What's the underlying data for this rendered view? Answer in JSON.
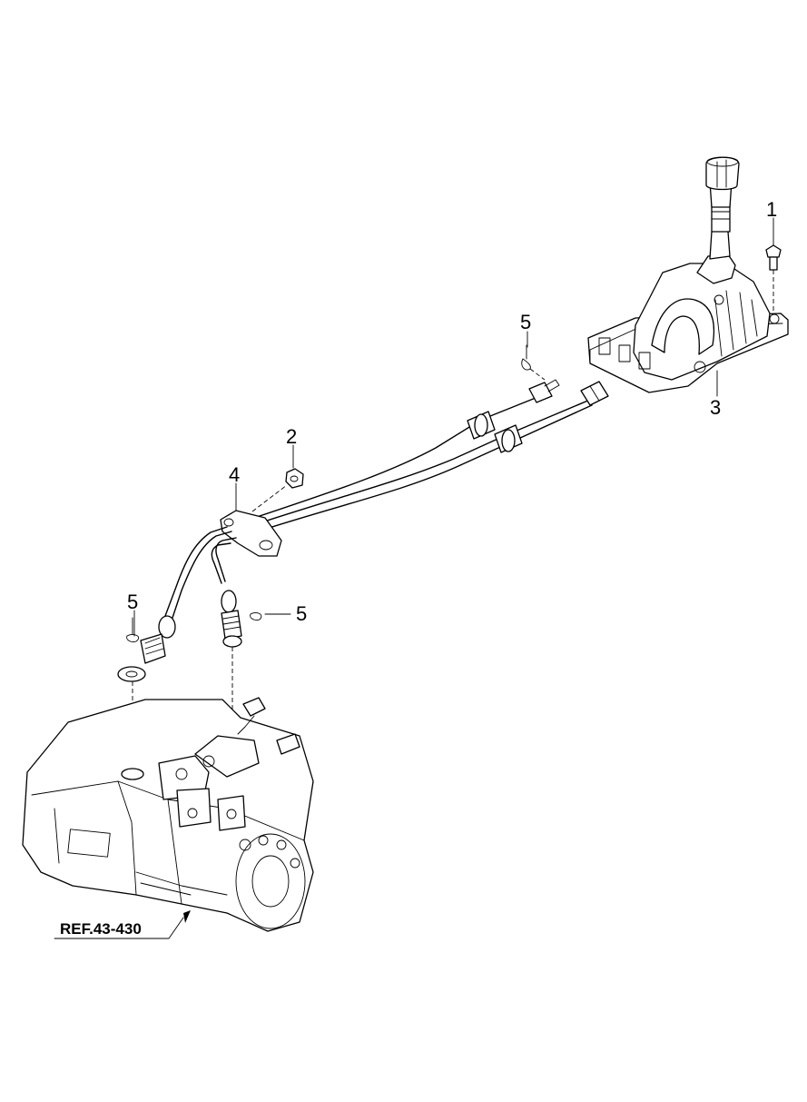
{
  "callouts": {
    "c1": "1",
    "c2": "2",
    "c3": "3",
    "c4": "4",
    "c5a": "5",
    "c5b": "5",
    "c5c": "5"
  },
  "reference": {
    "label": "REF.43-430"
  }
}
